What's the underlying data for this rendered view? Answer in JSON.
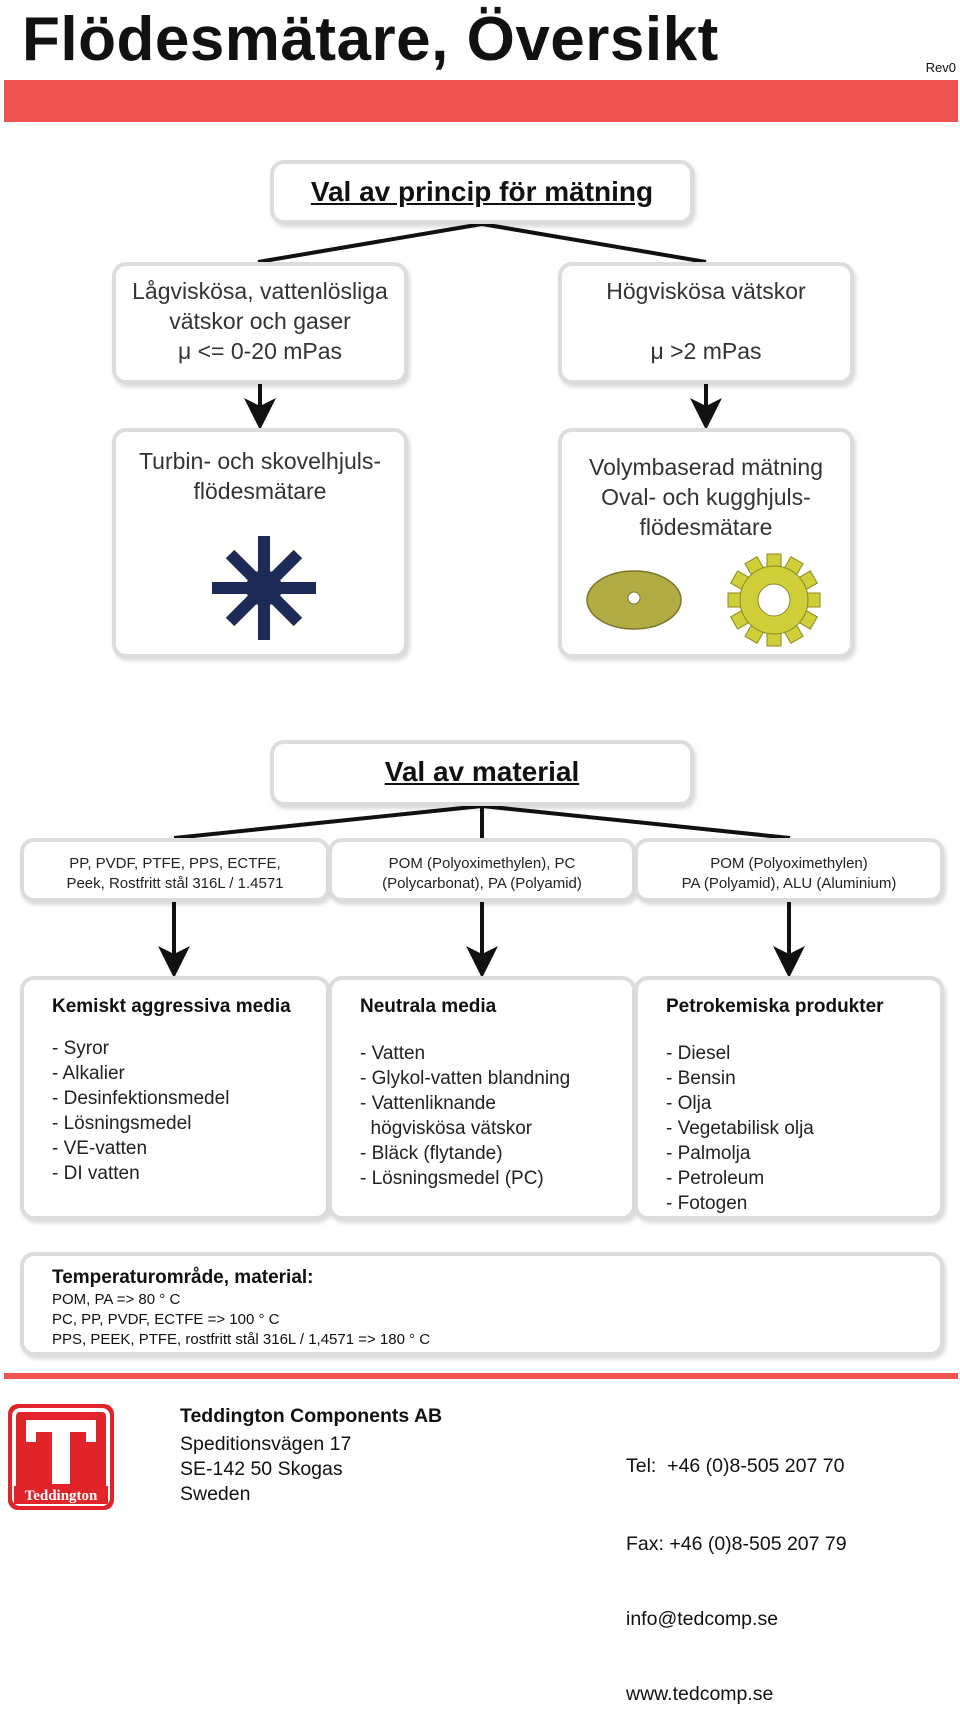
{
  "title": "Flödesmätare, Översikt",
  "revision": "Rev0",
  "colors": {
    "banner": "#ef5350",
    "logo_red": "#e0242a",
    "gear": "#cfcf3a",
    "oval": "#b2ac45",
    "star": "#1c2a55"
  },
  "principle": {
    "heading": "Val av princip för mätning",
    "low": {
      "lines": [
        "Lågviskösa, vattenlösliga",
        "vätskor och gaser",
        "μ <= 0-20 mPas"
      ]
    },
    "high": {
      "lines": [
        "Högviskösa vätskor",
        "",
        "μ >2 mPas"
      ]
    },
    "turbine": {
      "lines": [
        "Turbin- och skovelhjuls-",
        "flödesmätare"
      ],
      "icon": "turbine-star-icon"
    },
    "volume": {
      "lines": [
        "Volymbaserad mätning",
        "Oval- och kugghjuls-",
        "flödesmätare"
      ],
      "icons": [
        "oval-gear-icon",
        "cog-wheel-icon"
      ]
    }
  },
  "material": {
    "heading": "Val av material",
    "boxes": [
      {
        "lines": [
          "PP, PVDF, PTFE, PPS, ECTFE,",
          "Peek, Rostfritt stål 316L / 1.4571"
        ]
      },
      {
        "lines": [
          "POM (Polyoximethylen), PC",
          "(Polycarbonat), PA (Polyamid)"
        ]
      },
      {
        "lines": [
          "POM (Polyoximethylen)",
          "PA (Polyamid), ALU (Aluminium)"
        ]
      }
    ]
  },
  "media": [
    {
      "title": "Kemiskt aggressiva media",
      "items": [
        "- Syror",
        "- Alkalier",
        "- Desinfektionsmedel",
        "- Lösningsmedel",
        "- VE-vatten",
        "- DI vatten"
      ]
    },
    {
      "title": "Neutrala media",
      "items": [
        "- Vatten",
        "- Glykol-vatten blandning",
        "- Vattenliknande",
        "  högviskösa vätskor",
        "- Bläck (flytande)",
        "- Lösningsmedel (PC)"
      ]
    },
    {
      "title": "Petrokemiska produkter",
      "items": [
        "- Diesel",
        "- Bensin",
        "- Olja",
        "- Vegetabilisk olja",
        "- Palmolja",
        "- Petroleum",
        "- Fotogen"
      ]
    }
  ],
  "temperature": {
    "title": "Temperaturområde, material:",
    "lines": [
      "POM, PA => 80 ° C",
      "PC, PP, PVDF, ECTFE => 100 ° C",
      "PPS, PEEK, PTFE, rostfritt stål 316L / 1,4571 => 180 ° C"
    ]
  },
  "footer": {
    "logo_text": "Teddington",
    "company": "Teddington Components AB",
    "address": [
      "Speditionsvägen 17",
      "SE-142 50 Skogas",
      "Sweden"
    ],
    "contact": [
      "Tel:  +46 (0)8-505 207 70",
      "Fax: +46 (0)8-505 207 79",
      "info@tedcomp.se",
      "www.tedcomp.se"
    ]
  }
}
